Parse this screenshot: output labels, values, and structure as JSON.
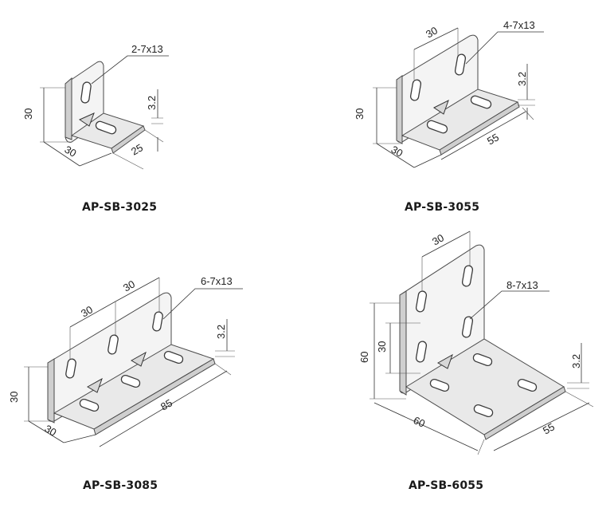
{
  "diagrams": [
    {
      "part_number": "AP-SB-3025",
      "hole_callout": "2-7x13",
      "dimensions": {
        "height": "30",
        "width": "30",
        "depth": "25",
        "thickness": "3.2"
      }
    },
    {
      "part_number": "AP-SB-3055",
      "hole_callout": "4-7x13",
      "dimensions": {
        "height": "30",
        "width": "30",
        "depth": "55",
        "thickness": "3.2",
        "hole_pitch": "30"
      }
    },
    {
      "part_number": "AP-SB-3085",
      "hole_callout": "6-7x13",
      "dimensions": {
        "height": "30",
        "width": "30",
        "depth": "85",
        "thickness": "3.2",
        "hole_pitch_1": "30",
        "hole_pitch_2": "30"
      }
    },
    {
      "part_number": "AP-SB-6055",
      "hole_callout": "8-7x13",
      "dimensions": {
        "height": "60",
        "width": "60",
        "depth": "55",
        "thickness": "3.2",
        "hole_pitch_horizontal": "30",
        "hole_pitch_vertical": "30"
      }
    }
  ]
}
